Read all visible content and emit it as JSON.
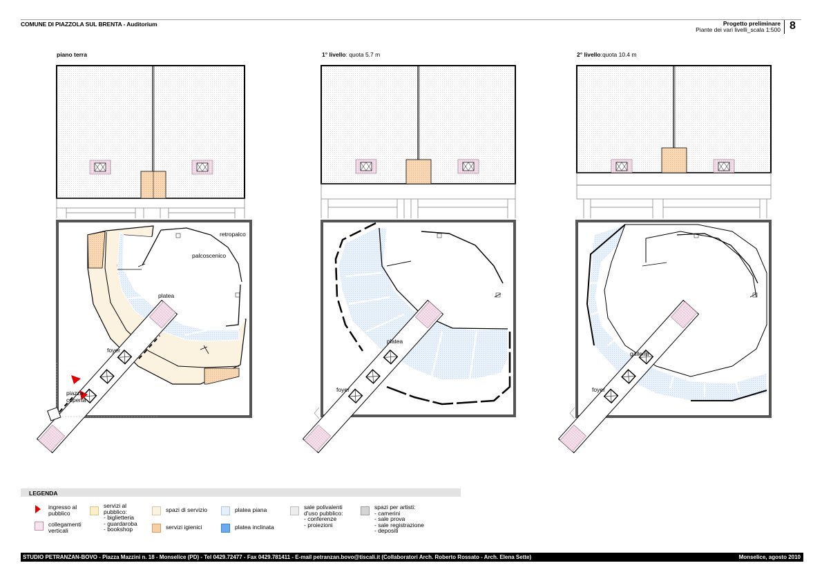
{
  "header": {
    "title": "COMUNE DI PIAZZOLA SUL BRENTA - Auditorium",
    "project": "Progetto preliminare",
    "subtitle": "Piante dei vari livelli_scala 1:500",
    "page_number": "8"
  },
  "plans": [
    {
      "title_bold": "piano terra",
      "title_rest": ""
    },
    {
      "title_bold": "1° livello",
      "title_rest": ": quota 5.7 m"
    },
    {
      "title_bold": "2° livello",
      "title_rest": ":quota 10.4 m"
    }
  ],
  "labels": {
    "retropalco": "retropalco",
    "palcoscenico": "palcoscenico",
    "platea": "platea",
    "foyer": "foyer",
    "piazza_1": "piazza",
    "piazza_2": "coperta",
    "galleria": "galleria"
  },
  "legend": {
    "title": "LEGENDA",
    "items": [
      {
        "lines": [
          "ingresso al",
          "pubblico"
        ],
        "color": "#e00000"
      },
      {
        "lines": [
          "collegamenti",
          "verticali"
        ],
        "color": "#f4dcea"
      },
      {
        "lines": [
          "servizi al",
          "pubblico:",
          "- biglietteria",
          "- guardaroba",
          "- bookshop"
        ],
        "color": "#fbefc8"
      },
      {
        "lines": [
          "spazi di servizio"
        ],
        "color": "#fbf3e2"
      },
      {
        "lines": [
          "servizi igienici"
        ],
        "color": "#f6cfa4"
      },
      {
        "lines": [
          "platea piana"
        ],
        "color": "#e6f0fa"
      },
      {
        "lines": [
          "platea inclinata"
        ],
        "color": "#6aaaf0"
      },
      {
        "lines": [
          "sale polivalenti",
          "d'uso pubblico:",
          "- conferenze",
          "- proiezioni"
        ],
        "color": "#ededed"
      },
      {
        "lines": [
          "spazi per artisti:",
          "- camerini",
          "- sale prova",
          "- sale registrazione",
          "- depositi"
        ],
        "color": "#d4d4d4"
      }
    ]
  },
  "footer": {
    "left": "STUDIO PETRANZAN-BOVO - Piazza Mazzini n. 18 - Monselice (PD) - Tel 0429.72477 - Fax 0429.781411 - E-mail petranzan.bovo@tiscali.it (Collaboratori Arch. Roberto Rossato - Arch. Elena Sette)",
    "right": "Monselice, agosto 2010"
  },
  "colors": {
    "service_public": "#fbefc8",
    "toilets": "#f6cfa4",
    "platea": "#e6f0fa",
    "vertical": "#f4dcea",
    "entrance": "#e00000"
  }
}
